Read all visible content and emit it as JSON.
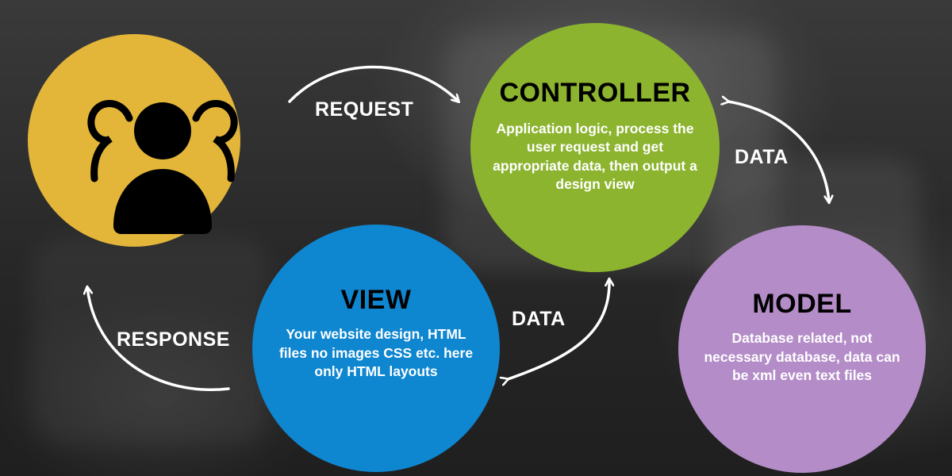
{
  "colors": {
    "user": "#e3b63a",
    "controller": "#8cb42f",
    "view": "#0e86d0",
    "model": "#b48cc8",
    "arrow": "#ffffff",
    "heading": "#000000"
  },
  "user": {
    "icon": "users-group-icon"
  },
  "controller": {
    "title": "CONTROLLER",
    "description": "Application logic, process the user request and get appropriate data, then output a design view"
  },
  "view": {
    "title": "VIEW",
    "description": "Your website design, HTML files no images CSS etc. here only HTML layouts"
  },
  "model": {
    "title": "MODEL",
    "description": "Database related, not necessary database, data can be xml even text files"
  },
  "flows": {
    "request": "REQUEST",
    "response": "RESPONSE",
    "controller_model": "DATA",
    "view_controller": "DATA"
  }
}
